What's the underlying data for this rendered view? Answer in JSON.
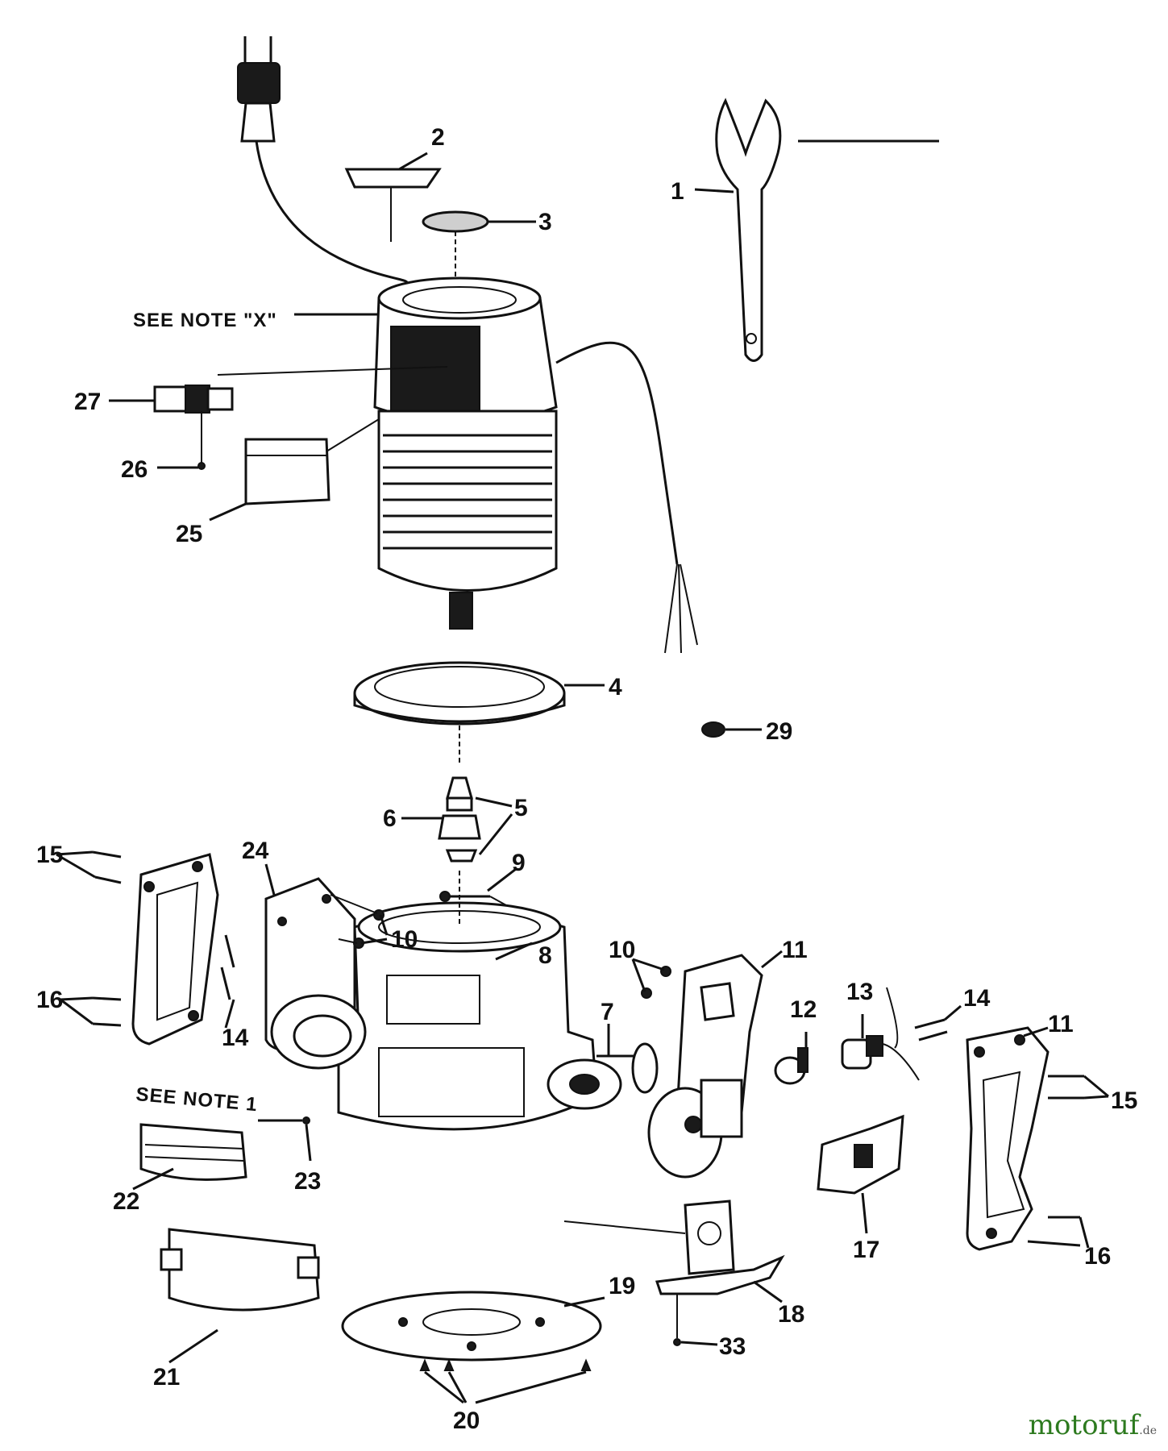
{
  "labels": {
    "l1": "1",
    "l2": "2",
    "l3": "3",
    "l4": "4",
    "l5": "5",
    "l6": "6",
    "l7": "7",
    "l8": "8",
    "l9": "9",
    "l10a": "10",
    "l10b": "10",
    "l11a": "11",
    "l11b": "11",
    "l12": "12",
    "l13": "13",
    "l14a": "14",
    "l14b": "14",
    "l15a": "15",
    "l15b": "15",
    "l16a": "16",
    "l16b": "16",
    "l17": "17",
    "l18": "18",
    "l19": "19",
    "l20": "20",
    "l21": "21",
    "l22": "22",
    "l23": "23",
    "l24": "24",
    "l25": "25",
    "l26": "26",
    "l27": "27",
    "l29": "29",
    "l33": "33"
  },
  "notes": {
    "note_x": "SEE NOTE \"X\"",
    "note_1": "SEE NOTE 1"
  },
  "brand": {
    "name": "motoruf",
    "suffix": ".de"
  }
}
